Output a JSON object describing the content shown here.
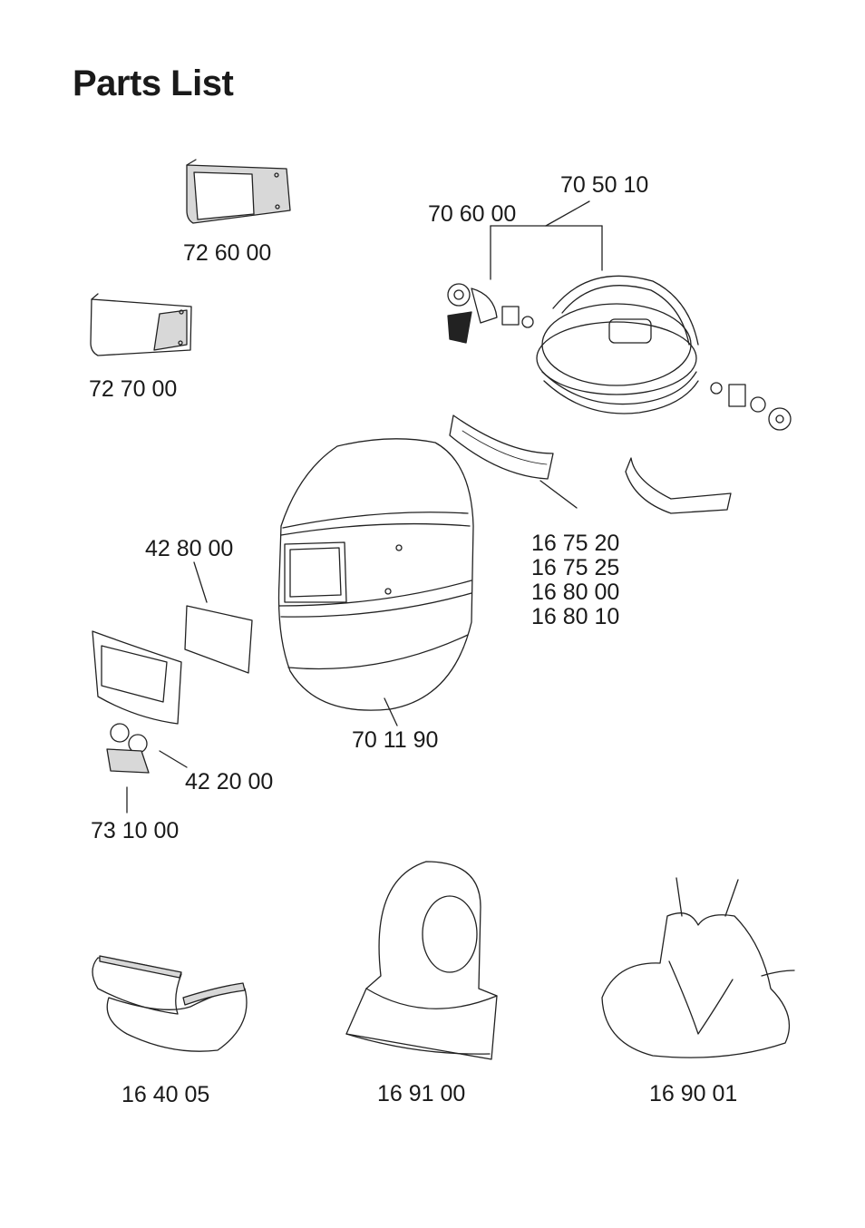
{
  "page": {
    "title": "Parts List"
  },
  "parts": {
    "visor_front": "72 60 00",
    "visor_inner": "72 70 00",
    "headband_kit": "70 50 10",
    "pivot_kit": "70 60 00",
    "sweatband_codes": [
      "16 75 20",
      "16 75 25",
      "16 80 00",
      "16 80 10"
    ],
    "filter_plate": "42 80 00",
    "helmet_shell": "70 11 90",
    "magnifier_lens": "42 20 00",
    "lens_holder": "73 10 00",
    "neck_protector": "16 40 05",
    "hood_full": "16 91 00",
    "hood_shoulder": "16 90 01"
  }
}
